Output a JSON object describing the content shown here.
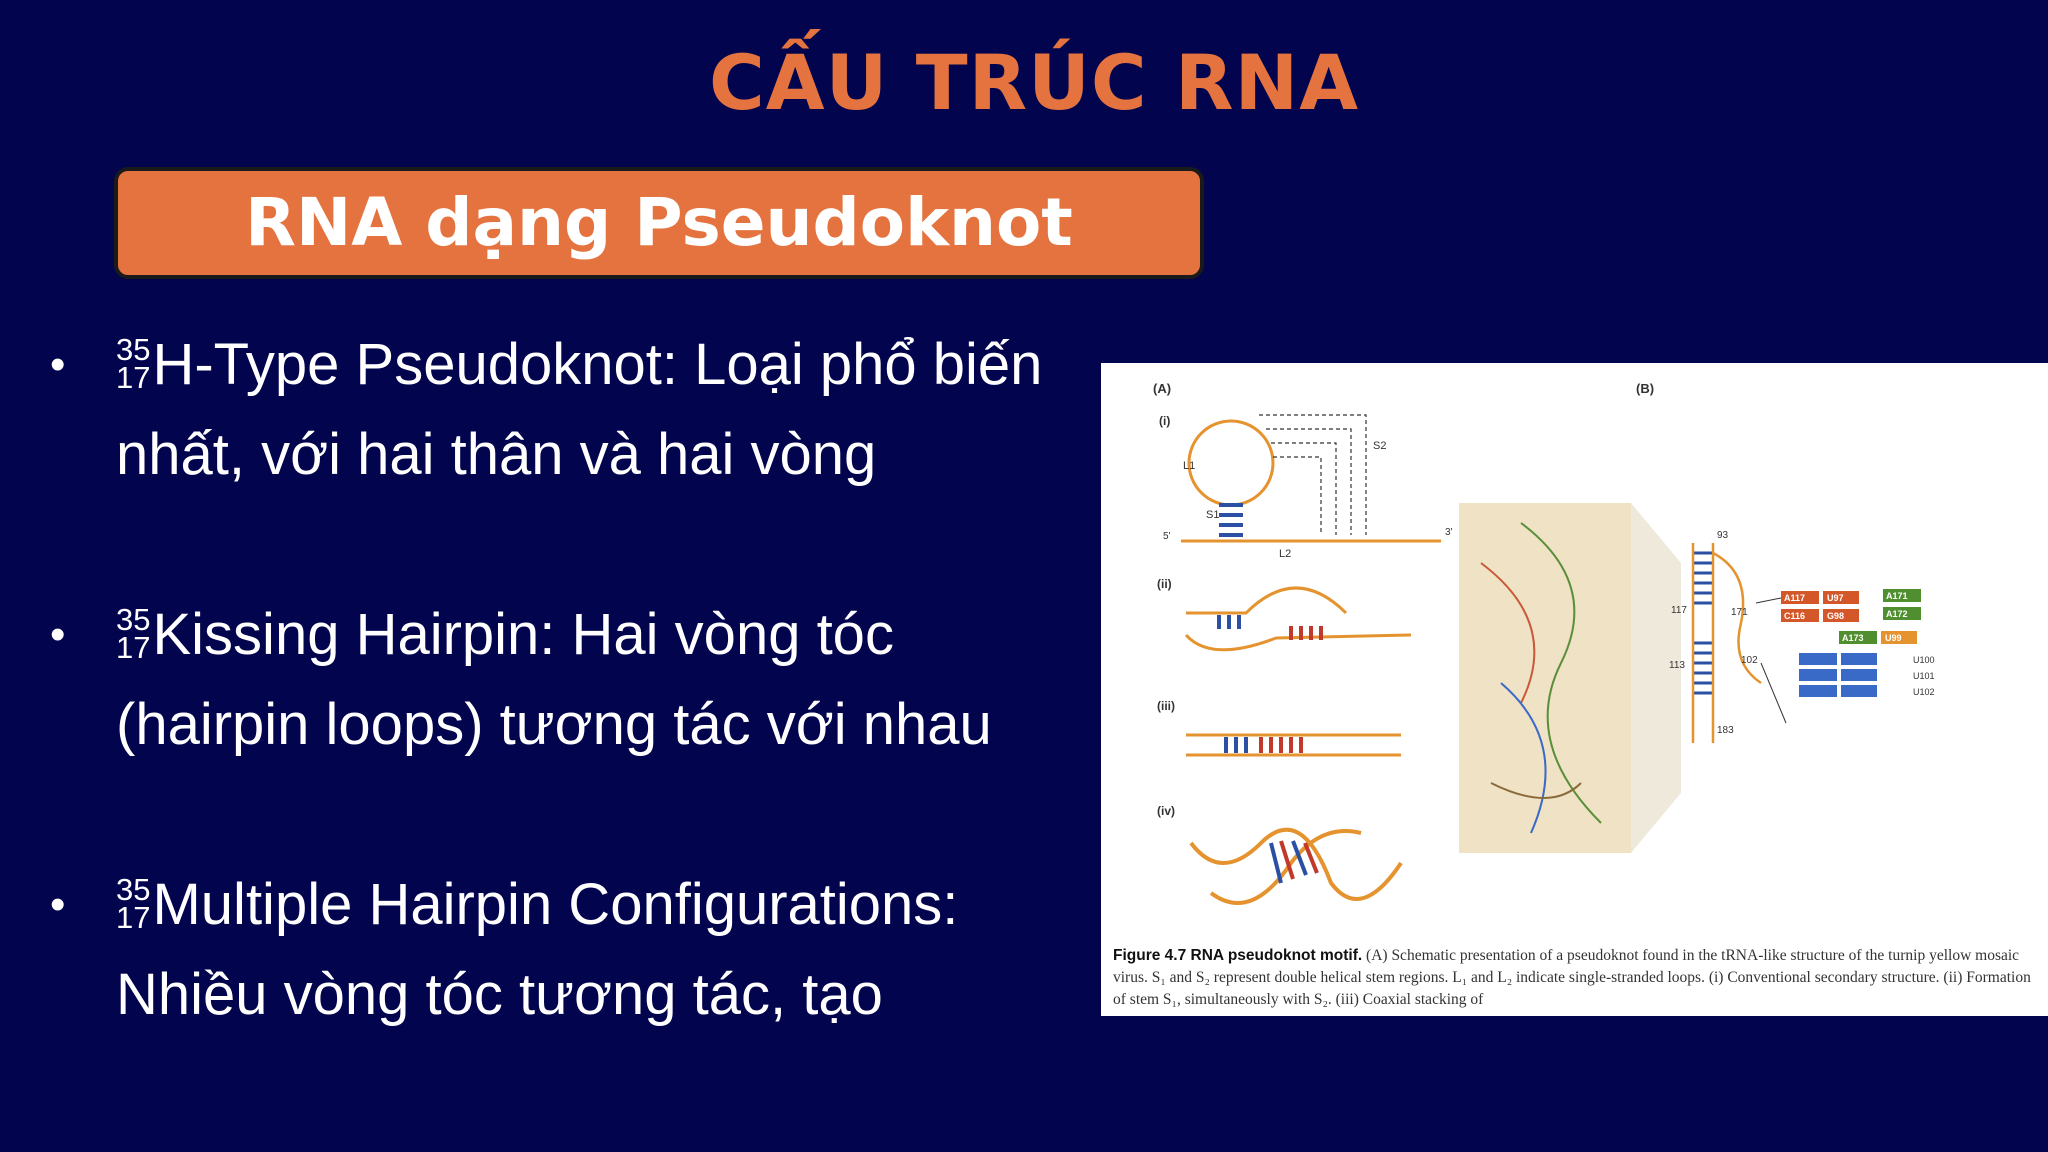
{
  "slide": {
    "title": "CẤU TRÚC RNA",
    "subtitle": "RNA dạng Pseudoknot",
    "bullets": [
      {
        "marker": "•",
        "iso_top": "35",
        "iso_bottom": "17",
        "text": "H-Type Pseudoknot: Loại phổ biến nhất, với hai thân và hai vòng"
      },
      {
        "marker": "•",
        "iso_top": "35",
        "iso_bottom": "17",
        "text": "Kissing Hairpin: Hai vòng tóc (hairpin loops) tương tác với nhau"
      },
      {
        "marker": "•",
        "iso_top": "35",
        "iso_bottom": "17",
        "text": "Multiple Hairpin Configurations: Nhiều vòng tóc tương tác, tạo"
      }
    ]
  },
  "figure": {
    "panel_a": "(A)",
    "panel_b": "(B)",
    "subpanels": [
      "(i)",
      "(ii)",
      "(iii)",
      "(iv)"
    ],
    "labels": {
      "s1": "S1",
      "s2": "S2",
      "l1": "L1",
      "l2": "L2",
      "five_prime": "5'",
      "three_prime": "3'",
      "n93": "93",
      "n117": "117",
      "n113": "113",
      "n171": "171",
      "n102": "102",
      "n183": "183"
    },
    "base_pairs": [
      {
        "a": "A117",
        "b": "U97"
      },
      {
        "a": "A171",
        "b": ""
      },
      {
        "a": "C116",
        "b": "G98"
      },
      {
        "a": "A172",
        "b": ""
      },
      {
        "a": "A173",
        "b": "U99"
      },
      {
        "a": "",
        "b": "U100"
      },
      {
        "a": "",
        "b": "U101"
      },
      {
        "a": "",
        "b": "U102"
      }
    ],
    "caption_label": "Figure 4.7  RNA pseudoknot motif.",
    "caption_text": "(A) Schematic presentation of a pseudoknot found in the tRNA-like structure of the turnip yellow mosaic virus. S₁ and S₂ represent double helical stem regions. L₁ and L₂ indicate single-stranded loops. (i) Conventional secondary structure. (ii) Formation of stem S₁, simultaneously with S₂. (iii) Coaxial stacking of"
  },
  "colors": {
    "background": "#02044e",
    "accent": "#e4733f",
    "text": "#ffffff"
  }
}
